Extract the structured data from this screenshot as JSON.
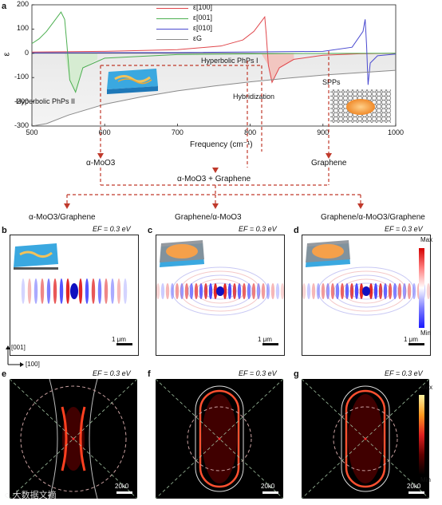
{
  "panel_a": {
    "label": "a",
    "ylabel": "ε",
    "xlabel": "Frequency (cm⁻¹)",
    "legend": [
      "ε[100]",
      "ε[001]",
      "ε[010]",
      "εG"
    ],
    "annotations": [
      "Hyperbolic PhPs II",
      "Hyperbolic PhPs I",
      "Hybridization",
      "SPPs"
    ],
    "colors": {
      "e100": "#e0474c",
      "e001": "#4caf50",
      "e010": "#4a4ad0",
      "eG": "#8a8a8a"
    }
  },
  "chart_data": {
    "type": "line",
    "xlim": [
      500,
      1000
    ],
    "ylim": [
      -300,
      200
    ],
    "xticks": [
      500,
      600,
      700,
      800,
      900,
      1000
    ],
    "yticks": [
      200,
      100,
      0,
      -100,
      -200,
      -300
    ],
    "series": [
      {
        "name": "ε[100]",
        "x": [
          500,
          600,
          700,
          760,
          790,
          805,
          815,
          820,
          822,
          825,
          830,
          840,
          860,
          900,
          950,
          1000
        ],
        "y": [
          5,
          8,
          15,
          30,
          55,
          90,
          130,
          150,
          80,
          -50,
          -120,
          -60,
          -25,
          -8,
          -2,
          0
        ]
      },
      {
        "name": "ε[001]",
        "x": [
          500,
          510,
          520,
          530,
          540,
          545,
          548,
          552,
          560,
          570,
          600,
          700,
          850,
          1000
        ],
        "y": [
          40,
          60,
          90,
          130,
          170,
          140,
          40,
          -110,
          -160,
          -60,
          -20,
          -5,
          -1,
          0
        ]
      },
      {
        "name": "ε[010]",
        "x": [
          500,
          700,
          900,
          940,
          955,
          958,
          960,
          962,
          965,
          975,
          1000
        ],
        "y": [
          2,
          3,
          8,
          25,
          90,
          140,
          30,
          -130,
          -40,
          -10,
          -3
        ]
      },
      {
        "name": "εG",
        "x": [
          500,
          520,
          550,
          600,
          650,
          700,
          750,
          800,
          850,
          900,
          950,
          1000
        ],
        "y": [
          -300,
          -290,
          -255,
          -210,
          -180,
          -155,
          -135,
          -118,
          -103,
          -90,
          -80,
          -70
        ]
      }
    ]
  },
  "flow": {
    "left": "α-MoO3",
    "middle": "α-MoO3 + Graphene",
    "right": "Graphene"
  },
  "row_b": [
    {
      "label": "b",
      "title": "α-MoO3/Graphene",
      "ef": "EF = 0.3 eV",
      "scale": "1 μm"
    },
    {
      "label": "c",
      "title": "Graphene/α-MoO3",
      "ef": "EF = 0.3 eV",
      "scale": "1 μm"
    },
    {
      "label": "d",
      "title": "Graphene/α-MoO3/Graphene",
      "ef": "EF = 0.3 eV",
      "scale": "1 μm"
    }
  ],
  "colorbar_top": {
    "max": "Max",
    "min": "Min"
  },
  "axes_indicator": {
    "y": "[001]",
    "x": "[100]"
  },
  "row_e": [
    {
      "label": "e",
      "ef": "EF = 0.3 eV",
      "scale": "20k0"
    },
    {
      "label": "f",
      "ef": "EF = 0.3 eV",
      "scale": "20k0"
    },
    {
      "label": "g",
      "ef": "EF = 0.3 eV",
      "scale": "20k0"
    }
  ],
  "colorbar_bottom": {
    "max": "Max",
    "min": "Min"
  },
  "watermark": "大数据文摘"
}
